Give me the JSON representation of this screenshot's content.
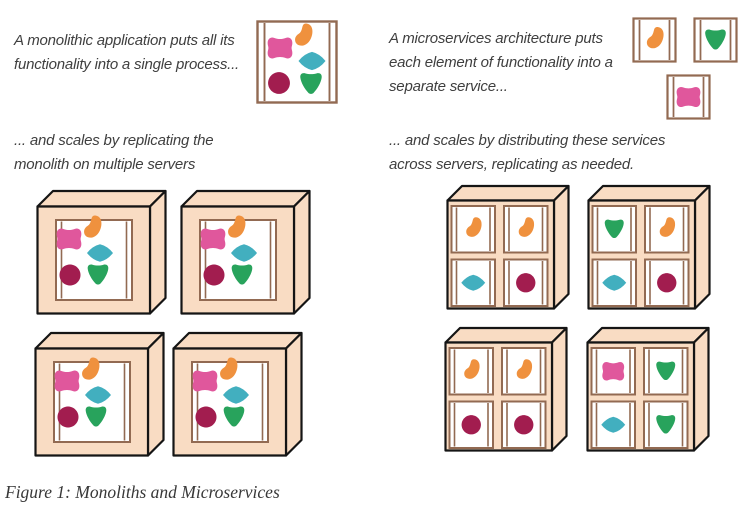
{
  "figure_caption": "Figure 1: Monoliths and Microservices",
  "annotations": {
    "monolith_intro": "A monolithic application puts all its\nfunctionality into a single process...",
    "microservices_intro": "A microservices architecture puts\neach element of functionality into a\nseparate service...",
    "monolith_scale": "... and scales by replicating the\nmonolith on multiple servers",
    "microservices_scale": "... and scales by distributing these services\nacross servers, replicating as needed."
  },
  "colors": {
    "background": "#ffffff",
    "text": "#3f3f3f",
    "box_fill": "#f9dcc3",
    "box_outline": "#151515",
    "panel_border": "#926a52",
    "panel_fill": "#ffffff"
  },
  "shape_colors": {
    "pink-blob": "#e0579c",
    "orange-blob": "#ef913e",
    "teal-diamond": "#42afbf",
    "maroon-circle": "#a21d4f",
    "green-triangle": "#28a35c"
  },
  "monolith_process": {
    "shapes": [
      "pink-blob",
      "orange-blob",
      "teal-diamond",
      "maroon-circle",
      "green-triangle"
    ]
  },
  "separate_services": [
    {
      "shape": "orange-blob"
    },
    {
      "shape": "green-triangle"
    },
    {
      "shape": "pink-blob"
    }
  ],
  "monolith_servers": [
    {
      "shapes": [
        "pink-blob",
        "orange-blob",
        "teal-diamond",
        "maroon-circle",
        "green-triangle"
      ]
    },
    {
      "shapes": [
        "pink-blob",
        "orange-blob",
        "teal-diamond",
        "maroon-circle",
        "green-triangle"
      ]
    },
    {
      "shapes": [
        "pink-blob",
        "orange-blob",
        "teal-diamond",
        "maroon-circle",
        "green-triangle"
      ]
    },
    {
      "shapes": [
        "pink-blob",
        "orange-blob",
        "teal-diamond",
        "maroon-circle",
        "green-triangle"
      ]
    }
  ],
  "microservice_servers": [
    {
      "cells": [
        "orange-blob",
        "orange-blob",
        "teal-diamond",
        "maroon-circle"
      ]
    },
    {
      "cells": [
        "green-triangle",
        "orange-blob",
        "teal-diamond",
        "maroon-circle"
      ]
    },
    {
      "cells": [
        "orange-blob",
        "orange-blob",
        "maroon-circle",
        "maroon-circle"
      ]
    },
    {
      "cells": [
        "pink-blob",
        "green-triangle",
        "teal-diamond",
        "green-triangle"
      ]
    }
  ]
}
